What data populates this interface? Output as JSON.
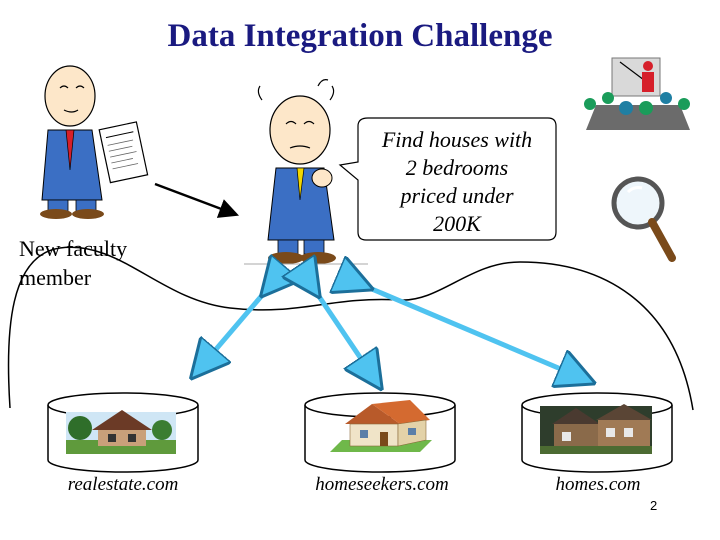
{
  "title": "Data Integration Challenge",
  "faculty_label": [
    "New faculty",
    "member"
  ],
  "query_bubble": [
    "Find houses with",
    "2 bedrooms",
    "priced under",
    "200K"
  ],
  "sources": [
    {
      "label": "realestate.com"
    },
    {
      "label": "homeseekers.com"
    },
    {
      "label": "homes.com"
    }
  ],
  "page_number": "2",
  "colors": {
    "title": "#1a1a80",
    "arrow": "#4fc3f0",
    "suit": "#3b6fc4"
  },
  "icons": [
    "resume-document-icon",
    "magnifying-glass-icon",
    "presentation-audience-icon"
  ]
}
